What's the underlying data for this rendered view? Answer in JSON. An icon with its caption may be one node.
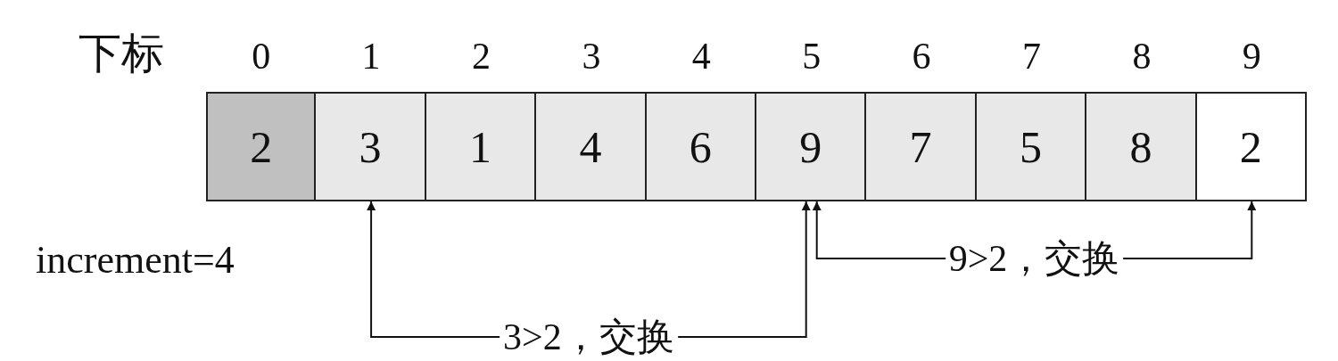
{
  "diagram": {
    "nodes": [
      {
        "text": [
          "2"
        ]
      },
      {
        "text": [
          "3"
        ]
      },
      {
        "text": [
          "1"
        ]
      },
      {
        "text": [
          "4"
        ]
      },
      {
        "text": [
          "6"
        ]
      },
      {
        "text": [
          "9"
        ]
      },
      {
        "text": [
          "7"
        ]
      },
      {
        "text": [
          "5"
        ]
      },
      {
        "text": [
          "8"
        ]
      },
      {
        "text": [
          "2"
        ]
      }
    ],
    "edges": [
      {
        "from": 1,
        "to": 5,
        "arrow": "both",
        "label": "3>2，交换"
      },
      {
        "from": 5,
        "to": 9,
        "arrow": "both",
        "label": "9>2，交换"
      }
    ],
    "labels": [
      "下标",
      "0",
      "1",
      "2",
      "3",
      "4",
      "5",
      "6",
      "7",
      "8",
      "9",
      "increment=4"
    ]
  }
}
